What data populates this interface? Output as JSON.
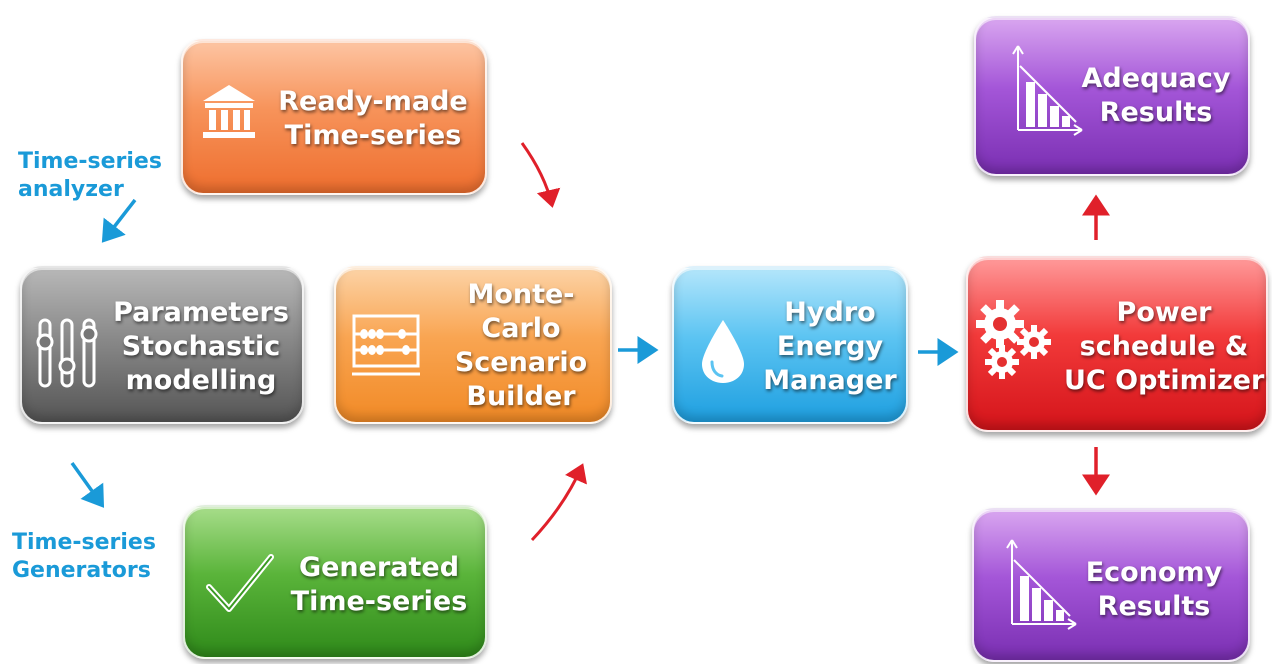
{
  "boxes": {
    "ready_made": [
      "Ready-made",
      "Time-series"
    ],
    "parameters": [
      "Parameters",
      "Stochastic",
      "modelling"
    ],
    "monte_carlo": [
      "Monte-",
      "Carlo",
      "Scenario",
      "Builder"
    ],
    "generated": [
      "Generated",
      "Time-series"
    ],
    "hydro": [
      "Hydro",
      "Energy",
      "Manager"
    ],
    "power": [
      "Power",
      "schedule &",
      "UC Optimizer"
    ],
    "adequacy": [
      "Adequacy",
      "Results"
    ],
    "economy": [
      "Economy",
      "Results"
    ]
  },
  "side_labels": {
    "analyzer": [
      "Time-series",
      "analyzer"
    ],
    "generators": [
      "Time-series",
      "Generators"
    ]
  },
  "colors": {
    "blue_arrow": "#1a9ad8",
    "red_arrow": "#e0202a",
    "side_text": "#1a9ad8"
  },
  "icons": [
    "museum-icon",
    "sliders-icon",
    "abacus-icon",
    "checkmark-icon",
    "water-drop-icon",
    "gears-icon",
    "bar-chart-icon"
  ]
}
